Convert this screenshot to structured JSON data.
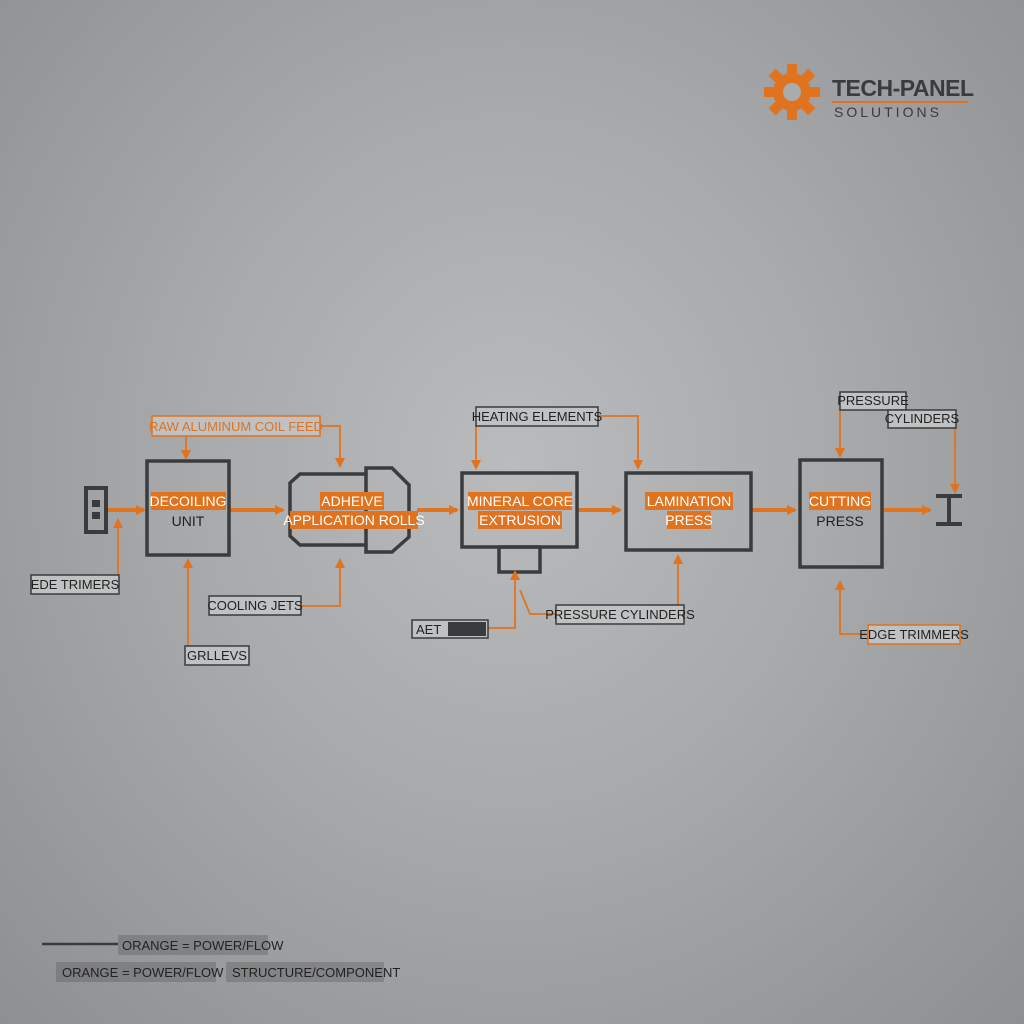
{
  "brand": {
    "title": "TECH-PANEL",
    "subtitle": "SOLUTIONS",
    "icon": "gear-icon",
    "accent": "#e0731f"
  },
  "units": [
    {
      "id": "decoiling",
      "line1": "DECOILING",
      "line2": "UNIT"
    },
    {
      "id": "adhesive",
      "line1": "ADHEIVE",
      "line2": "APPLICATION ROLLS"
    },
    {
      "id": "mineral",
      "line1": "MINERAL CORE",
      "line2": "EXTRUSION"
    },
    {
      "id": "lamination",
      "line1": "LAMINATION",
      "line2": "PRESS"
    },
    {
      "id": "cutting",
      "line1": "CUTTING",
      "line2": "PRESS"
    }
  ],
  "labels": {
    "raw_feed": "RAW ALUMINUM COIL FEED",
    "heating": "HEATING ELEMENTS",
    "pressure_top": "PRESSURE",
    "cylinders_top": "CYLINDERS",
    "edge_left": "EDE TRIMERS",
    "cooling": "COOLING JETS",
    "grill": "GRLLEVS",
    "aet": "AET",
    "pressure_cyl": "PRESSURE CYLINDERS",
    "edge_right": "EDGE TRIMMERS"
  },
  "legend": {
    "row1": "ORANGE = POWER/FLOW",
    "row2a": "ORANGE = POWER/FLOW",
    "row2b": "STRUCTURE/COMPONENT"
  },
  "colors": {
    "flow": "#e0731f",
    "structure": "#3a3b3d"
  }
}
